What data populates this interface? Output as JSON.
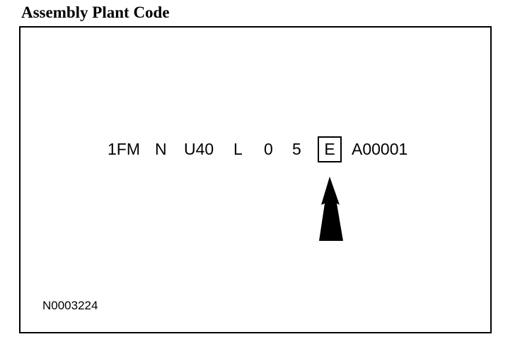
{
  "title": "Assembly Plant Code",
  "vin": {
    "parts": [
      "1FM",
      "N",
      "U40",
      "L",
      "0",
      "5"
    ],
    "highlighted": "E",
    "suffix": "A00001"
  },
  "figure_id": "N0003224"
}
